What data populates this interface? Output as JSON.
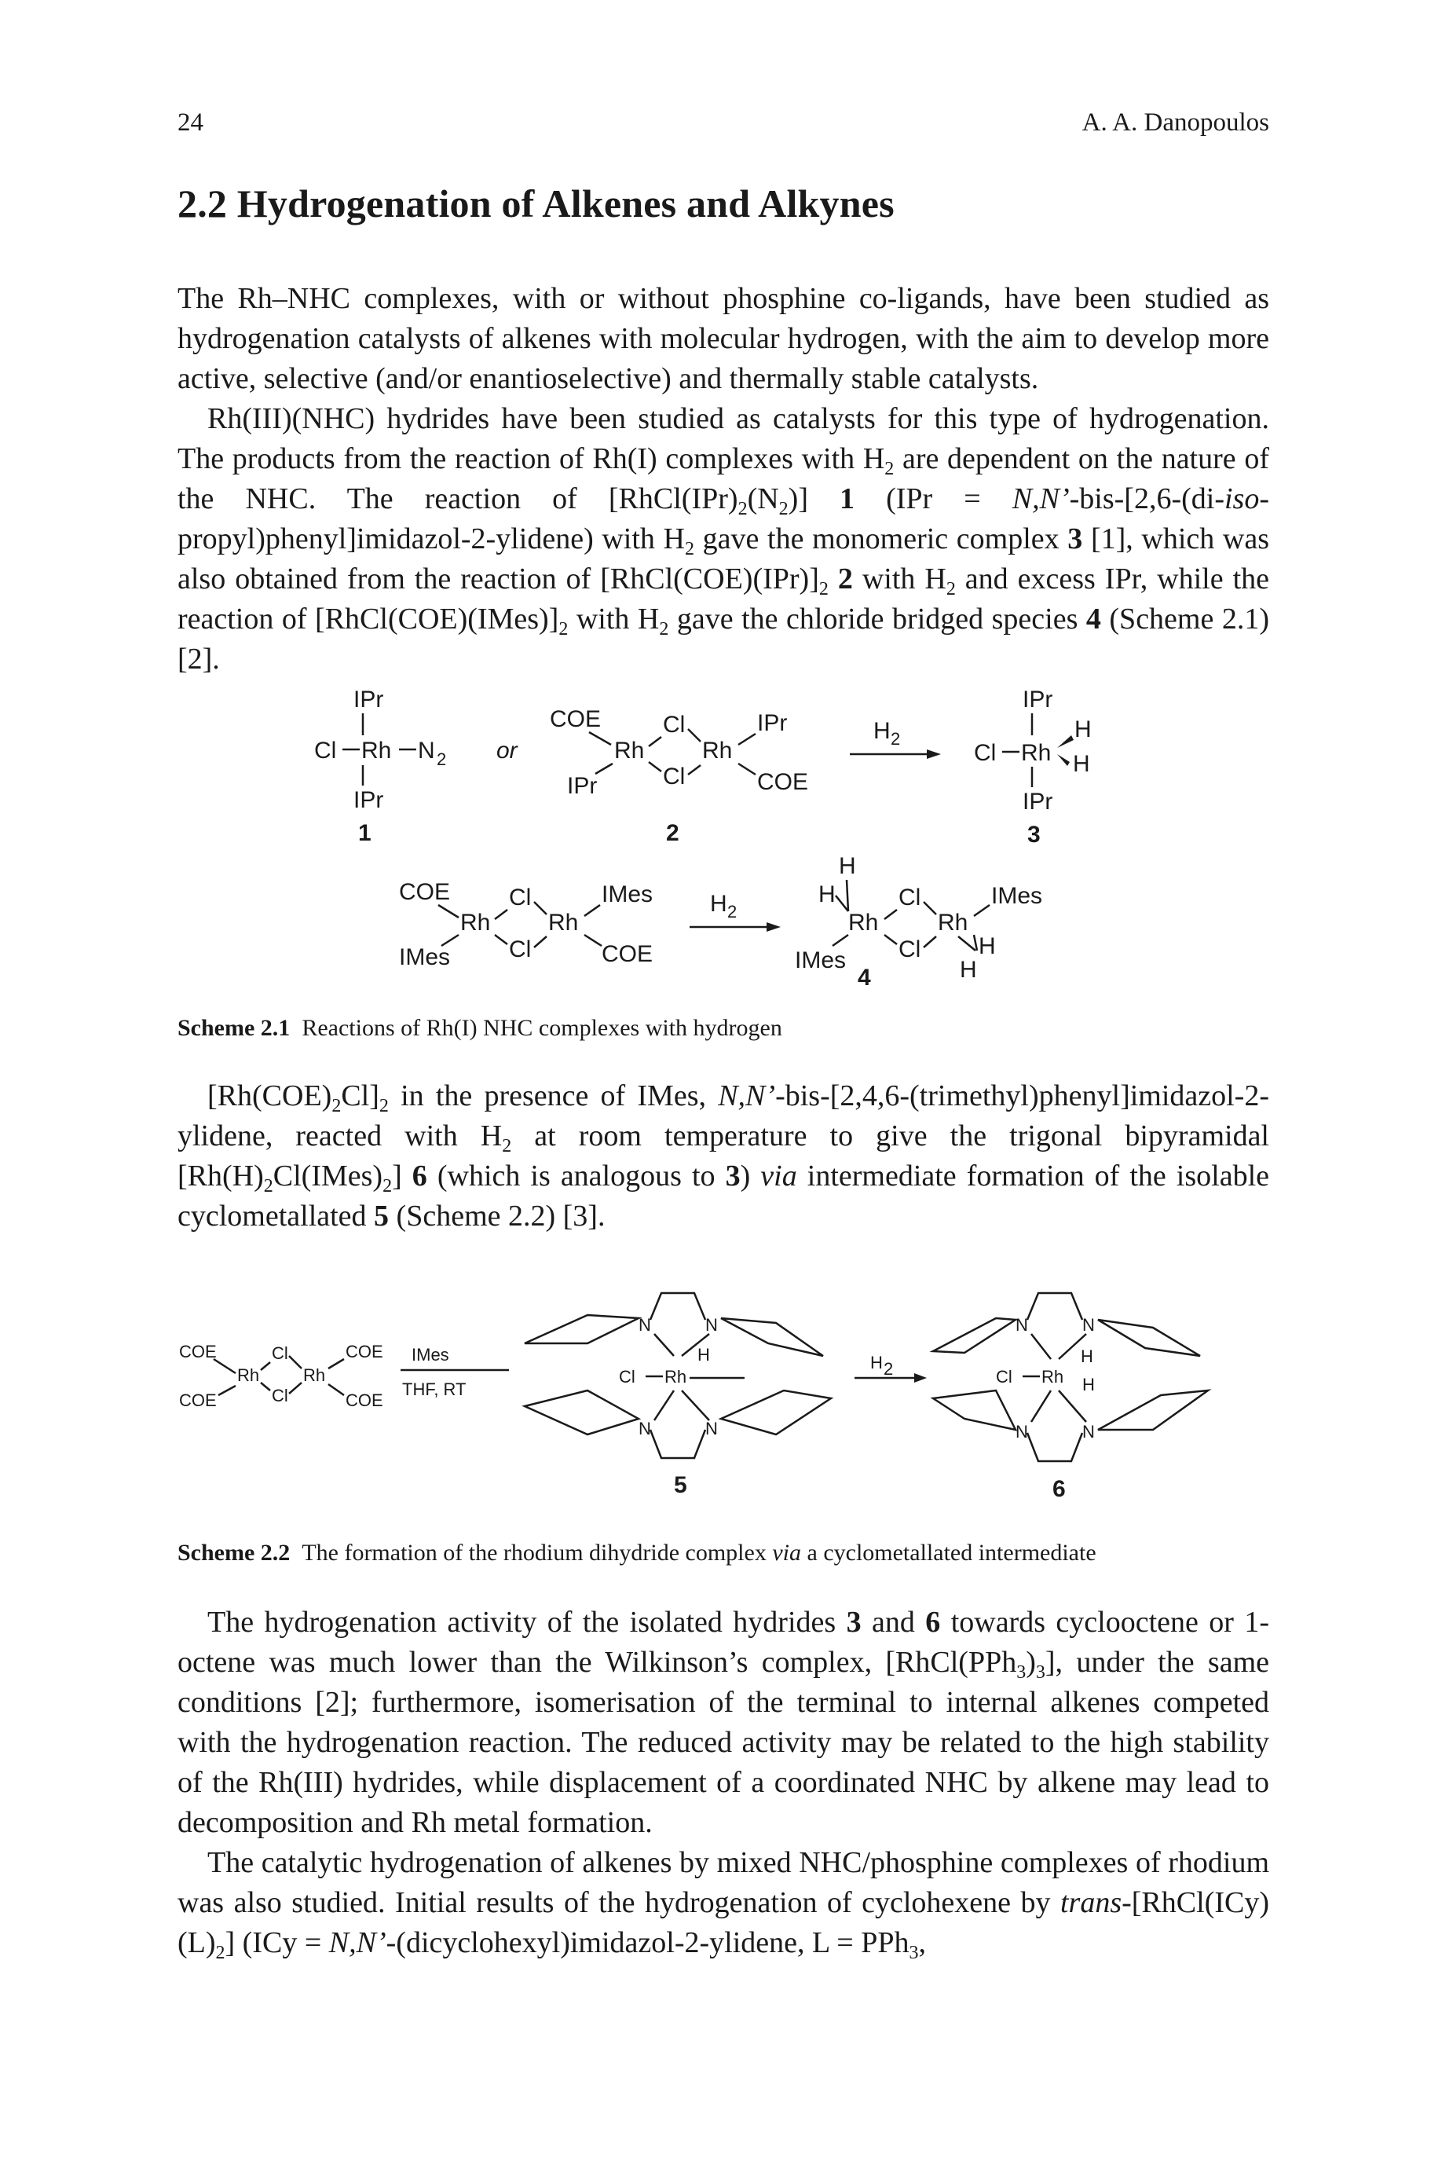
{
  "header": {
    "page_number": "24",
    "author": "A. A. Danopoulos"
  },
  "section": {
    "title": "2.2 Hydrogenation of Alkenes and Alkynes"
  },
  "scheme1": {
    "caption_label": "Scheme 2.1",
    "caption_text": "Reactions of Rh(I) NHC complexes with hydrogen",
    "labels": {
      "ipr": "IPr",
      "cl": "Cl",
      "rh": "Rh",
      "n2": "N",
      "two": "2",
      "or": "or",
      "coe": "COE",
      "h2": "H",
      "h": "H",
      "imes": "IMes",
      "cpd1": "1",
      "cpd2": "2",
      "cpd3": "3",
      "cpd4": "4"
    }
  },
  "scheme2": {
    "caption_label": "Scheme 2.2",
    "caption_text": "The formation of the rhodium dihydride complex via a cyclometallated intermediate",
    "labels": {
      "coe": "COE",
      "cl": "Cl",
      "rh": "Rh",
      "imes": "IMes",
      "thf_rt": "THF, RT",
      "h2": "H",
      "two": "2",
      "n": "N",
      "h": "H",
      "cpd5": "5",
      "cpd6": "6"
    }
  }
}
